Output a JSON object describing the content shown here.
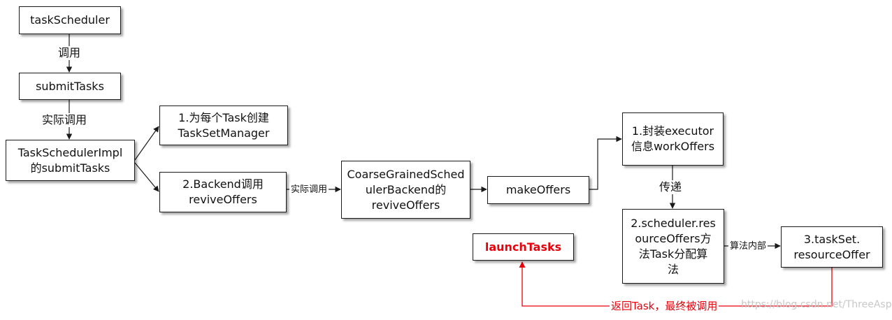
{
  "nodes": {
    "task_scheduler": "taskScheduler",
    "submit_tasks": "submitTasks",
    "impl_line1": "TaskSchedulerImpl",
    "impl_line2": "的submitTasks",
    "create_line1": "1.为每个Task创建",
    "create_line2": "TaskSetManager",
    "backend_line1": "2.Backend调用",
    "backend_line2": "reviveOffers",
    "coarse_line1": "CoarseGrainedSched",
    "coarse_line2": "ulerBackend的",
    "coarse_line3": "reviveOffers",
    "make_offers": "makeOffers",
    "wrap_line1": "1.封装executor",
    "wrap_line2": "信息workOffers",
    "res_line1": "2.scheduler.res",
    "res_line2": "ourceOffers方",
    "res_line3": "法Task分配算",
    "res_line4": "法",
    "taskset_line1": "3.taskSet.",
    "taskset_line2": "resourceOffer",
    "launch_tasks": "launchTasks"
  },
  "edge_labels": {
    "call": "调用",
    "actual_call_1": "实际调用",
    "actual_call_2": "实际调用",
    "pass": "传递",
    "algo_inner": "算法内部",
    "return": "返回Task，最终被调用"
  },
  "watermark": "https://blog.csdn.net/ThreeAspects",
  "colors": {
    "line": "#1a1a1a",
    "highlight": "#e8000b",
    "background": "#ffffff"
  }
}
